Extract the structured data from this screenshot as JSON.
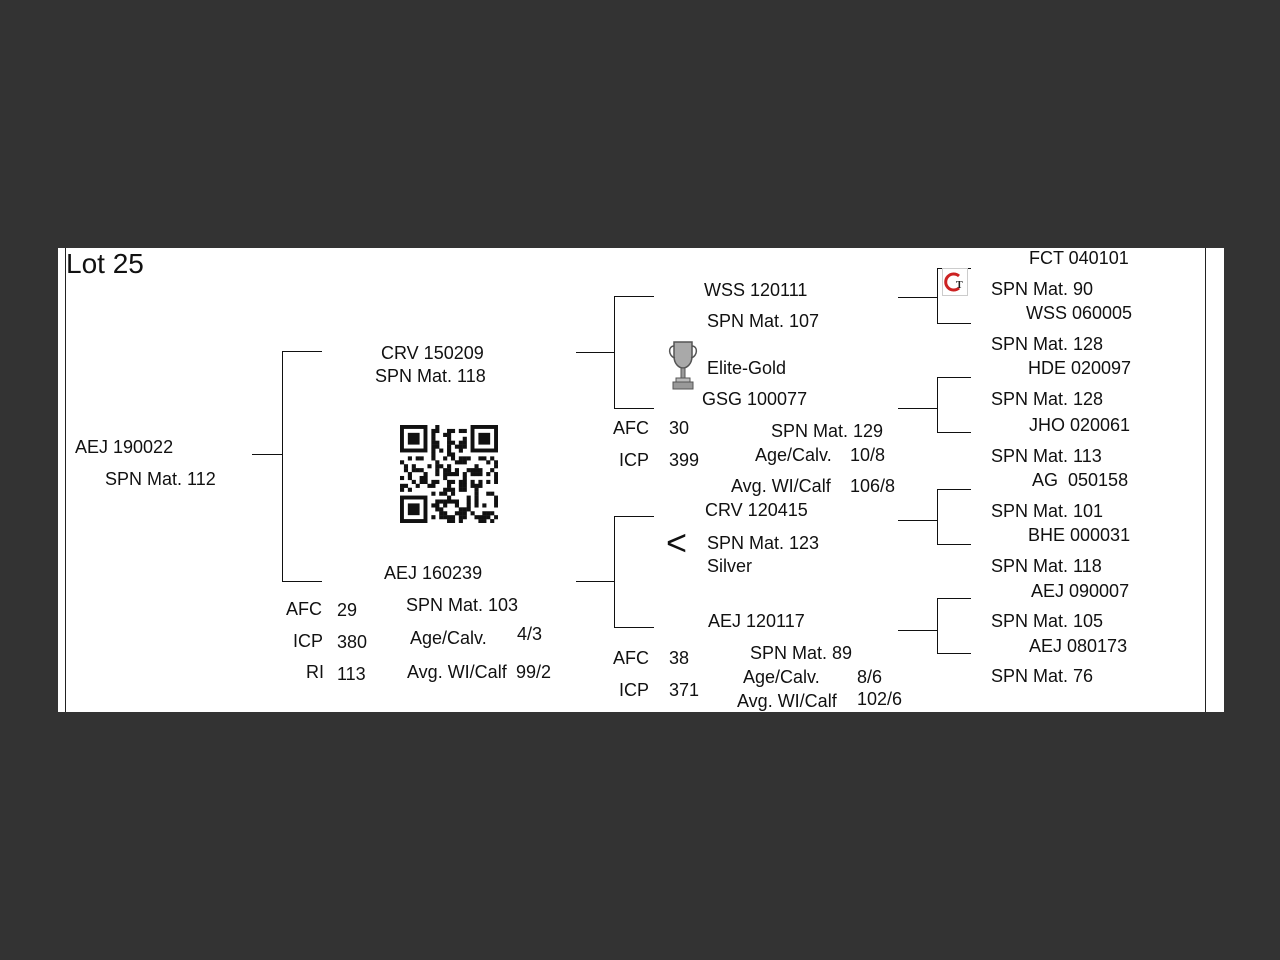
{
  "lot": {
    "title": "Lot 25"
  },
  "subject": {
    "id": "AEJ 190022",
    "spn": "SPN Mat. 112"
  },
  "sire": {
    "id": "CRV 150209",
    "spn": "SPN Mat. 118"
  },
  "dam": {
    "id": "AEJ 160239",
    "spn": "SPN Mat. 103",
    "stats": {
      "afc_label": "AFC",
      "afc": "29",
      "icp_label": "ICP",
      "icp": "380",
      "ri_label": "RI",
      "ri": "113",
      "age_label": "Age/Calv.",
      "age": "4/3",
      "wt_label": "Avg. WI/Calf",
      "wt": "99/2"
    }
  },
  "sire_sire": {
    "id": "WSS 120111",
    "spn": "SPN Mat. 107"
  },
  "sire_dam": {
    "award": "Elite-Gold",
    "id": "GSG 100077",
    "spn": "SPN Mat. 129",
    "stats": {
      "afc_label": "AFC",
      "afc": "30",
      "icp_label": "ICP",
      "icp": "399",
      "age_label": "Age/Calv.",
      "age": "10/8",
      "wt_label": "Avg. WI/Calf",
      "wt": "106/8"
    }
  },
  "dam_sire": {
    "id": "CRV 120415",
    "spn": "SPN Mat. 123",
    "award": "Silver",
    "symbol": "<"
  },
  "dam_dam": {
    "id": "AEJ 120117",
    "spn": "SPN Mat. 89",
    "stats": {
      "afc_label": "AFC",
      "afc": "38",
      "icp_label": "ICP",
      "icp": "371",
      "age_label": "Age/Calv.",
      "age": "8/6",
      "wt_label": "Avg. WI/Calf",
      "wt": "102/6"
    }
  },
  "great_grandparents": [
    {
      "id": "FCT 040101",
      "spn": "SPN Mat. 90"
    },
    {
      "id": "WSS 060005",
      "spn": "SPN Mat. 128"
    },
    {
      "id": "HDE 020097",
      "spn": "SPN Mat. 128"
    },
    {
      "id": "JHO 020061",
      "spn": "SPN Mat. 113"
    },
    {
      "id": "AG  050158",
      "spn": "SPN Mat. 101"
    },
    {
      "id": "BHE 000031",
      "spn": "SPN Mat. 118"
    },
    {
      "id": "AEJ 090007",
      "spn": "SPN Mat. 105"
    },
    {
      "id": "AEJ 080173",
      "spn": "SPN Mat. 76"
    }
  ],
  "icons": {
    "qr": "qr-code-icon",
    "trophy": "trophy-icon",
    "logo": "gt-logo-icon",
    "trophy_color": "#9a9a9a",
    "logo_color": "#cc2222"
  }
}
